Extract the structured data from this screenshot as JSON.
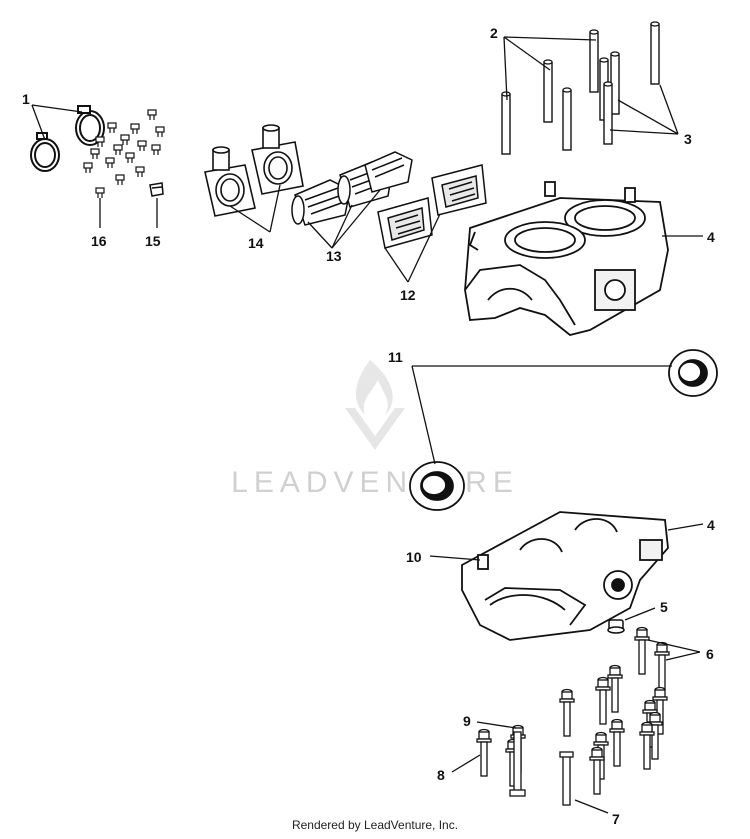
{
  "watermark": {
    "text": "LEADVENTURE"
  },
  "footer": {
    "text": "Rendered by LeadVenture, Inc."
  },
  "callouts": {
    "c1": "1",
    "c2": "2",
    "c3": "3",
    "c4a": "4",
    "c4b": "4",
    "c5": "5",
    "c6": "6",
    "c7": "7",
    "c8": "8",
    "c9": "9",
    "c10": "10",
    "c11": "11",
    "c12": "12",
    "c13": "13",
    "c14": "14",
    "c15": "15",
    "c16": "16"
  }
}
